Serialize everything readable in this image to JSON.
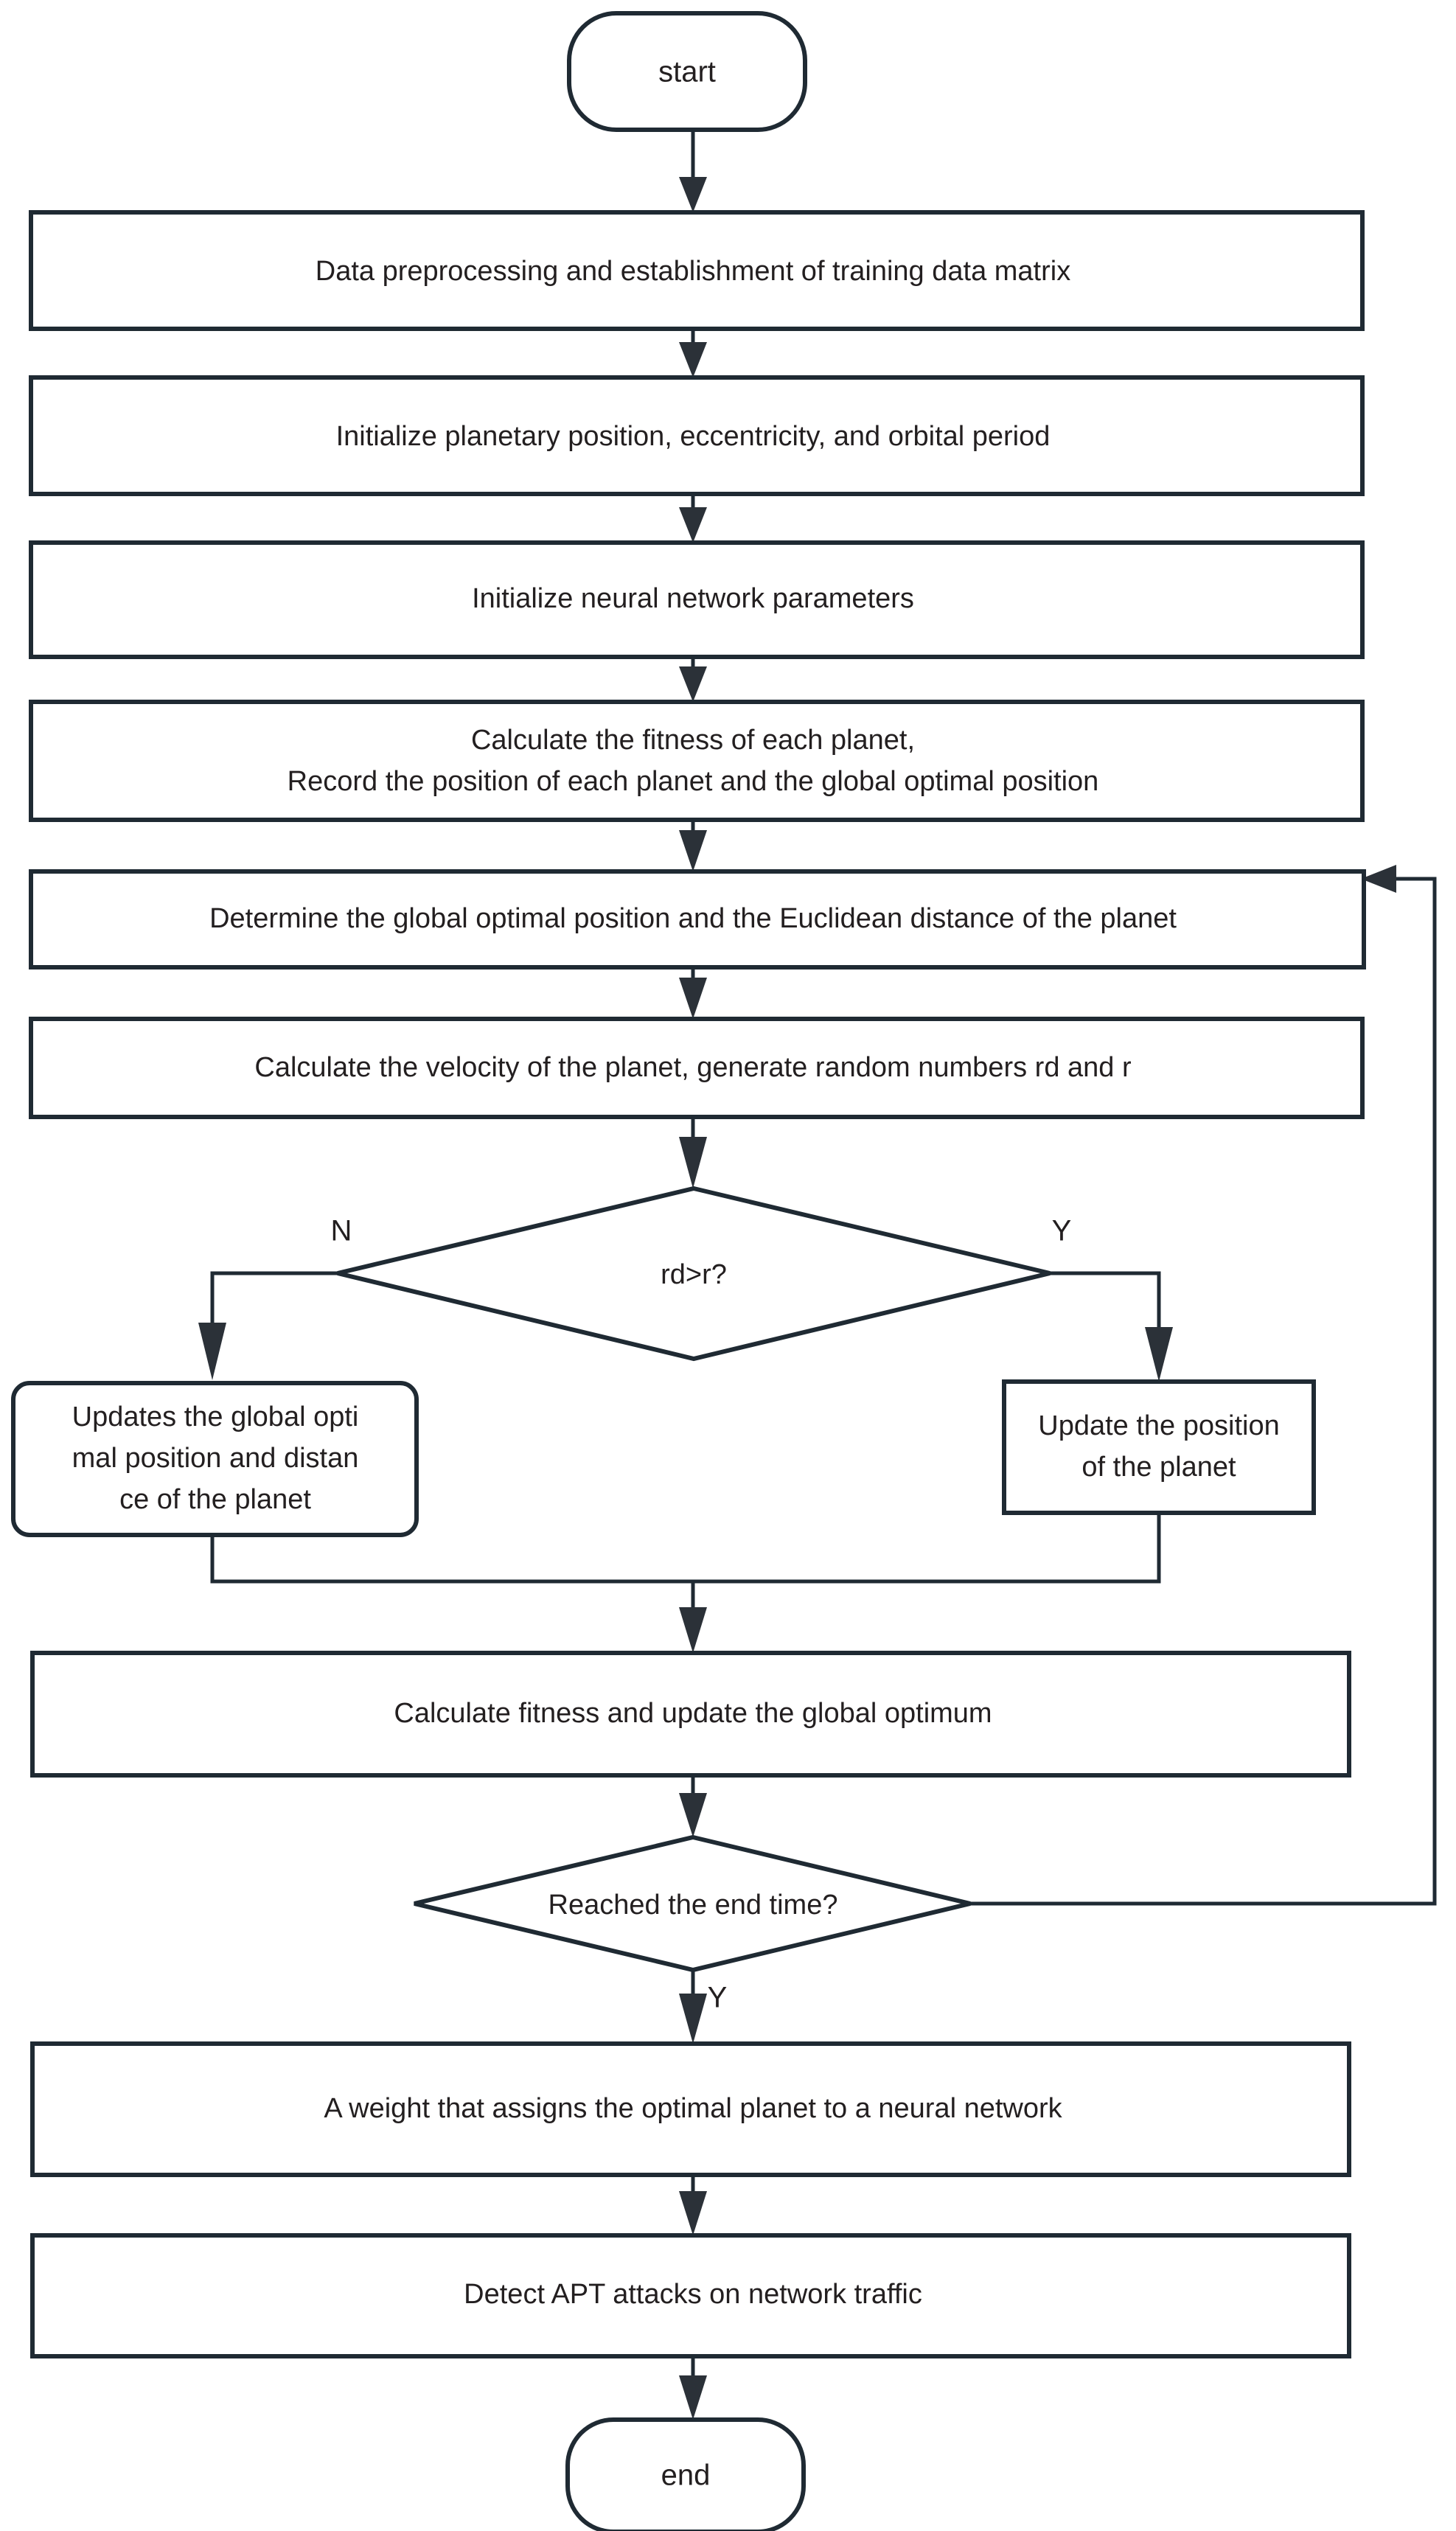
{
  "diagram": {
    "type": "flowchart",
    "title_text": "",
    "colors": {
      "stroke": "#1f2a33",
      "arrow_fill": "#2b3138",
      "text": "#231f20",
      "background": "#ffffff"
    },
    "nodes": {
      "start": {
        "label": "start",
        "shape": "terminator"
      },
      "preprocess": {
        "label": "Data preprocessing and establishment of training data matrix",
        "shape": "process"
      },
      "init_planet": {
        "label": "Initialize planetary position, eccentricity, and orbital period",
        "shape": "process"
      },
      "init_nn": {
        "label": "Initialize neural network parameters",
        "shape": "process"
      },
      "fitness_line1": {
        "label": "Calculate the fitness of each planet,",
        "shape": "process"
      },
      "fitness_line2": {
        "label": "Record the position of each planet and the global optimal position",
        "shape": "process"
      },
      "determine": {
        "label": "Determine the global optimal position and the Euclidean distance of the planet",
        "shape": "process"
      },
      "velocity": {
        "label": "Calculate the velocity of the planet, generate random numbers rd and r",
        "shape": "process"
      },
      "decision_rd": {
        "label": "rd>r?",
        "shape": "decision"
      },
      "update_global_line1": {
        "label": "Updates the global opti",
        "shape": "process-rounded"
      },
      "update_global_line2": {
        "label": "mal position and distan",
        "shape": "process-rounded"
      },
      "update_global_line3": {
        "label": "ce of the planet",
        "shape": "process-rounded"
      },
      "update_position_line1": {
        "label": "Update the position",
        "shape": "process"
      },
      "update_position_line2": {
        "label": "of the planet",
        "shape": "process"
      },
      "calc_fitness_global": {
        "label": "Calculate fitness and update the global optimum",
        "shape": "process"
      },
      "decision_end_time": {
        "label": "Reached the end time?",
        "shape": "decision"
      },
      "assign_weight": {
        "label": "A weight that assigns the optimal planet to a neural network",
        "shape": "process"
      },
      "detect_apt": {
        "label": "Detect APT attacks on network traffic",
        "shape": "process"
      },
      "end": {
        "label": "end",
        "shape": "terminator"
      }
    },
    "edge_labels": {
      "decision_rd_no": "N",
      "decision_rd_yes": "Y",
      "decision_end_time_yes": "Y"
    }
  }
}
